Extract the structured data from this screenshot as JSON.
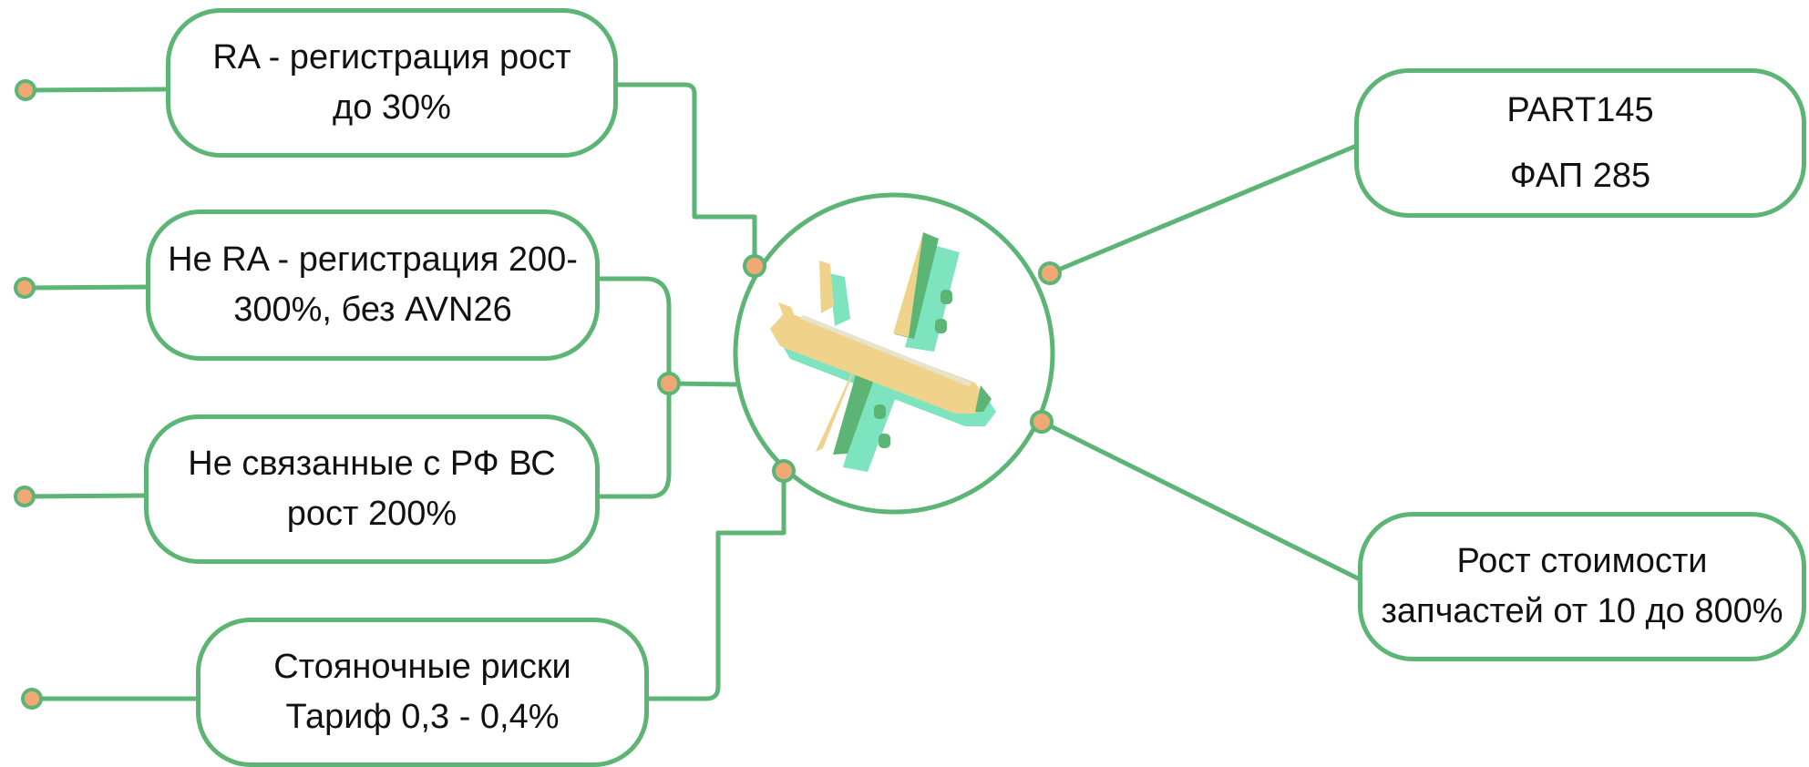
{
  "colors": {
    "line": "#5cb574",
    "dot_fill": "#f0a974",
    "plane_body": "#f0d38a",
    "plane_shadow": "#7ee3bf",
    "plane_wing_dark": "#5cb574",
    "plane_stripe": "#e8e2cf"
  },
  "center": {
    "icon": "airplane-icon"
  },
  "left_nodes": [
    {
      "id": "ra",
      "lines": [
        "RA - регистрация рост",
        "до 30%"
      ]
    },
    {
      "id": "non-ra",
      "lines": [
        "Не RA - регистрация 200-",
        "300%, без AVN26"
      ]
    },
    {
      "id": "non-rf",
      "lines": [
        "Не связанные с РФ ВС",
        "рост 200%"
      ]
    },
    {
      "id": "parking",
      "lines": [
        "Стояночные риски",
        "Тариф 0,3 - 0,4%"
      ]
    }
  ],
  "right_nodes": [
    {
      "id": "part145",
      "lines": [
        "PART145",
        "ФАП 285"
      ]
    },
    {
      "id": "spares",
      "lines": [
        "Рост стоимости",
        "запчастей от 10 до 800%"
      ]
    }
  ]
}
